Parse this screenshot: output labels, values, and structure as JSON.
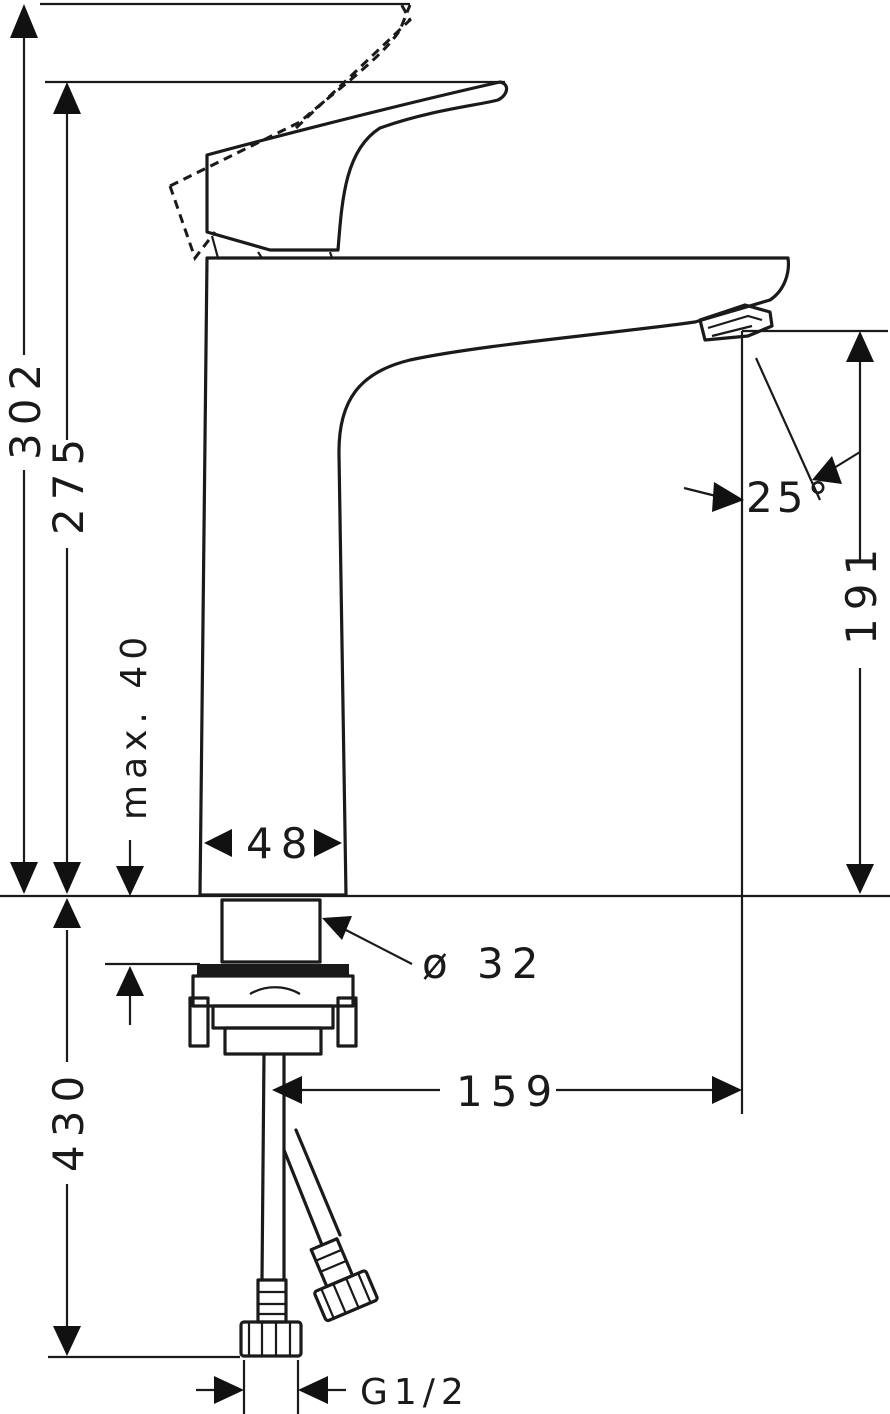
{
  "dimensions": {
    "total_height_max": "302",
    "total_height": "275",
    "deck_thickness_max": "max. 40",
    "body_width": "48",
    "spout_height": "191",
    "spray_angle": "25°",
    "shank_diameter": "ø 32",
    "spout_reach": "159",
    "hose_length": "430",
    "connection_thread": "G1/2"
  },
  "colors": {
    "ink": "#1a1a1a",
    "background": "#ffffff"
  }
}
